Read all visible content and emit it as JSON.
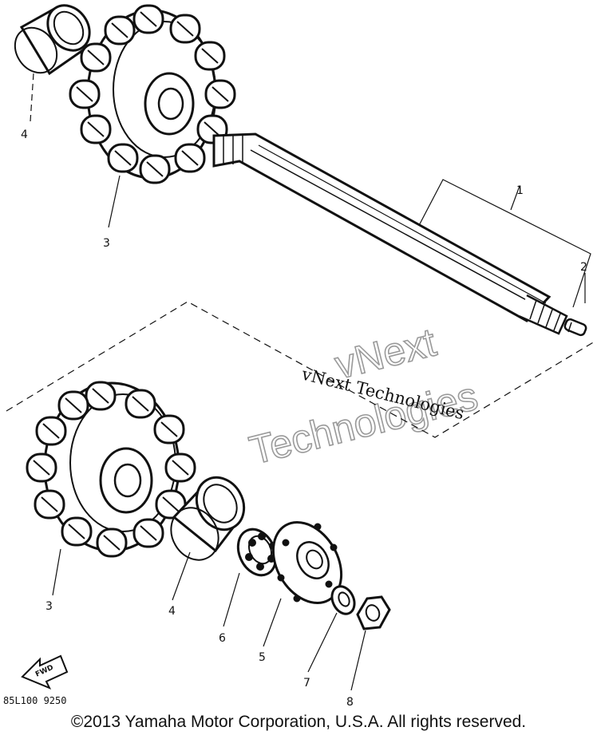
{
  "diagram": {
    "callouts": {
      "p1": "1",
      "p2": "2",
      "p3a": "3",
      "p3b": "3",
      "p4a": "4",
      "p4b": "4",
      "p5": "5",
      "p6": "6",
      "p7": "7",
      "p8": "8"
    },
    "watermark": {
      "line1": "vNext Technologies",
      "outline_1": "vNext",
      "outline_2": "Technologies"
    },
    "fwd_label": "FWD",
    "drawing_code": "85L100 9250"
  },
  "footer": {
    "copyright": "©2013 Yamaha Motor Corporation, U.S.A. All rights reserved."
  }
}
